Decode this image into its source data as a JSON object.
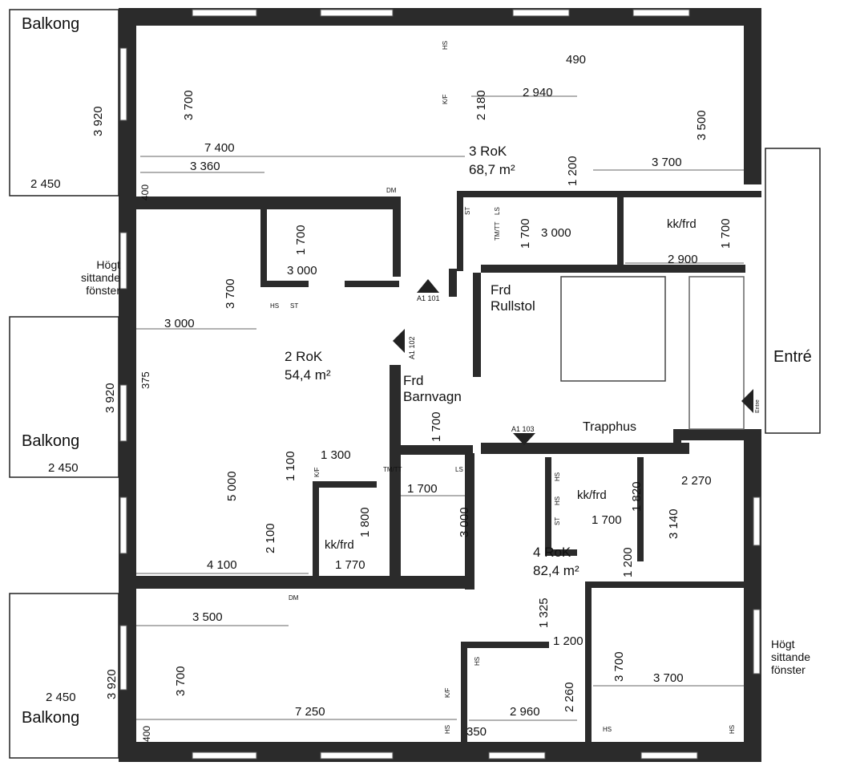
{
  "balconies": [
    "Balkong",
    "Balkong",
    "Balkong"
  ],
  "apartments": [
    {
      "type": "3 RoK",
      "area": "68,7 m²"
    },
    {
      "type": "2 RoK",
      "area": "54,4 m²"
    },
    {
      "type": "4 RoK",
      "area": "82,4 m²"
    }
  ],
  "rooms": {
    "entrance": "Entré",
    "stairwell": "Trapphus",
    "wheelchair_storage": "Frd Rullstol",
    "pram_storage": "Frd Barnvagn",
    "closet": "kk/frd",
    "high_window": "Högt sittande fönster"
  },
  "codes": [
    "A1 101",
    "A1 102",
    "A1 103",
    "Entre"
  ],
  "fixtures": [
    "HS",
    "K/F",
    "ST",
    "TM/TT",
    "LS",
    "DM"
  ],
  "dimensions": {
    "a3": [
      "2 180",
      "2 940",
      "490",
      "3 500",
      "3 700",
      "1 200",
      "1 700",
      "3 000",
      "1 700",
      "2 900"
    ],
    "a1": [
      "3 920",
      "2 450",
      "7 400",
      "3 360",
      "3 700",
      "400"
    ],
    "a2": [
      "1 700",
      "3 000",
      "3 700",
      "3 000",
      "375",
      "3 920",
      "2 450",
      "5 000",
      "1 100",
      "1 300",
      "2 100",
      "4 100",
      "1 800",
      "1 770",
      "1 700",
      "3 000",
      "1 700"
    ],
    "a4": [
      "2 270",
      "1 820",
      "1 700",
      "3 140",
      "1 200",
      "1 325",
      "1 200",
      "3 700",
      "3 700",
      "2 260",
      "2 960",
      "350"
    ],
    "a5": [
      "3 500",
      "3 700",
      "7 250",
      "3 920",
      "2 450",
      "400"
    ]
  }
}
